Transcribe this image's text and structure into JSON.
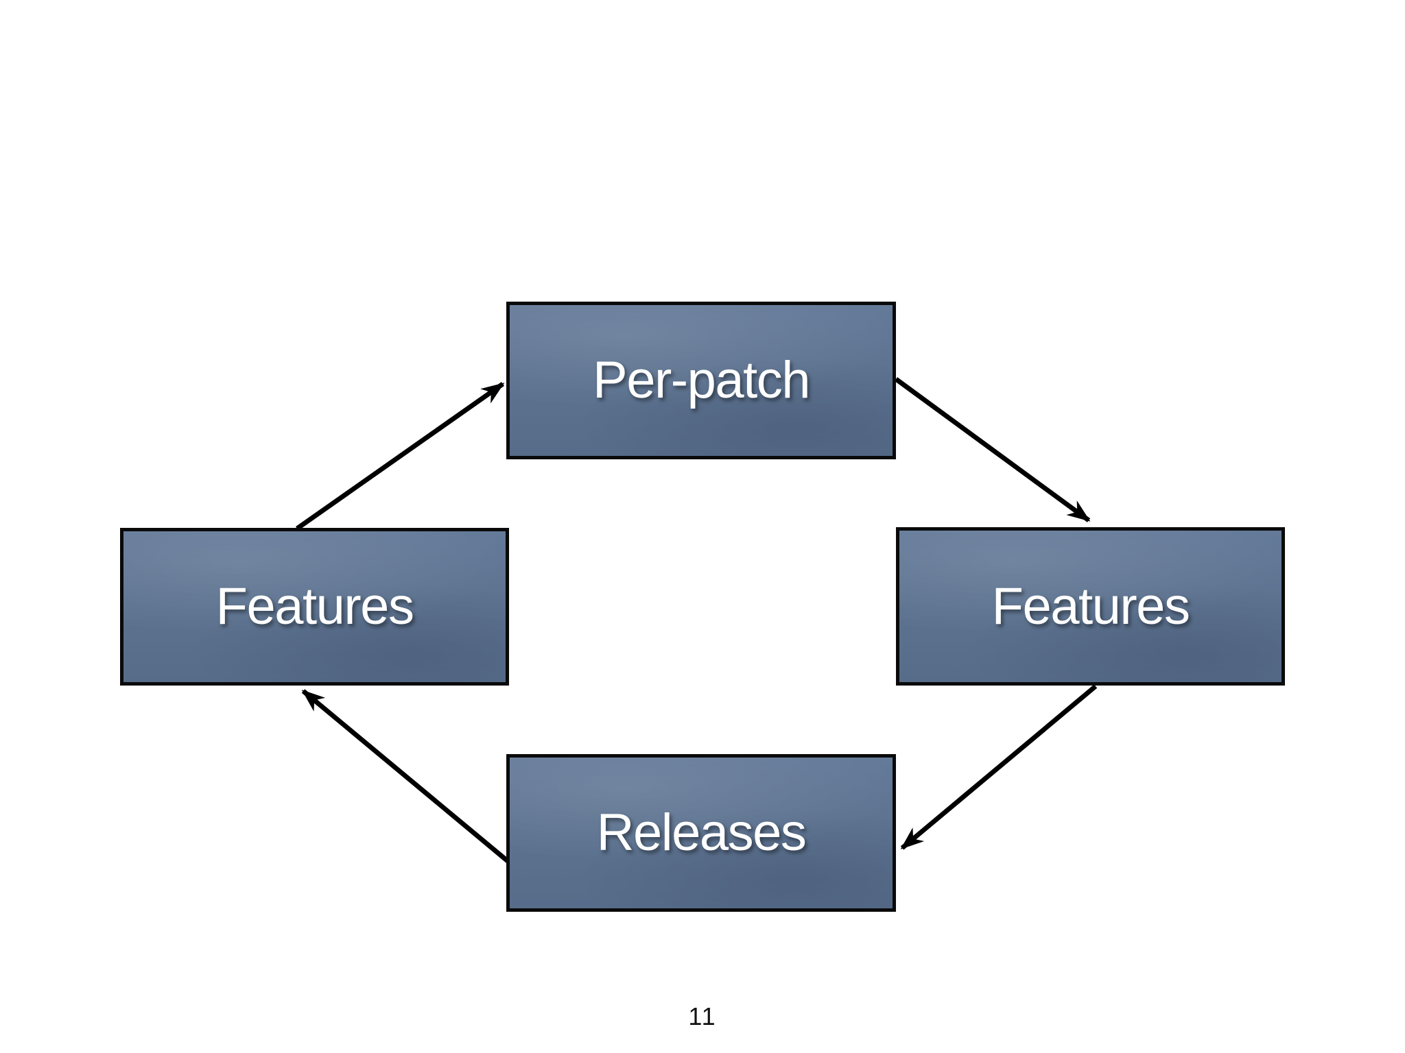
{
  "slide": {
    "page_number": "11",
    "background_color": "#ffffff"
  },
  "diagram": {
    "type": "cycle-flow",
    "nodes": [
      {
        "id": "per-patch",
        "label": "Per-patch",
        "position": "top"
      },
      {
        "id": "features-left",
        "label": "Features",
        "position": "left"
      },
      {
        "id": "features-right",
        "label": "Features",
        "position": "right"
      },
      {
        "id": "releases",
        "label": "Releases",
        "position": "bottom"
      }
    ],
    "edges": [
      {
        "from": "features-left",
        "to": "per-patch"
      },
      {
        "from": "per-patch",
        "to": "features-right"
      },
      {
        "from": "features-right",
        "to": "releases"
      },
      {
        "from": "releases",
        "to": "features-left"
      }
    ],
    "style": {
      "node_fill": "#5d7390",
      "node_border_color": "#0a0a0a",
      "node_text_color": "#ffffff",
      "arrow_color": "#000000"
    }
  }
}
